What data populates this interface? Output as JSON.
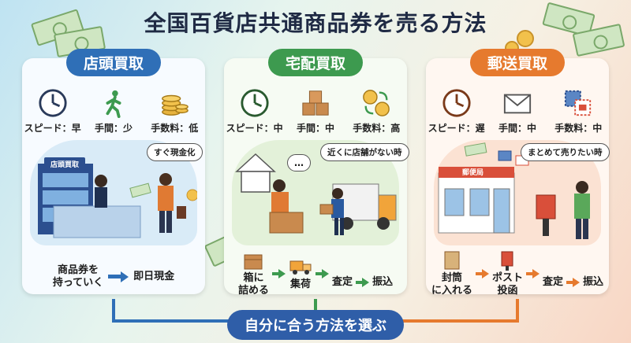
{
  "title": "全国百貨店共通商品券を売る方法",
  "footer": "自分に合う方法を選ぶ",
  "methods": [
    {
      "name": "店頭買取",
      "accent": "#2f6fb7",
      "stats": [
        {
          "icon": "clock-icon",
          "label": "スピード：早"
        },
        {
          "icon": "walking-person-icon",
          "label": "手間：少"
        },
        {
          "icon": "coin-stack-icon",
          "label": "手数料：低"
        }
      ],
      "sign": "店頭買取",
      "bubble": "すぐ現金化",
      "flow": [
        "商品券を\n持っていく",
        "即日現金"
      ]
    },
    {
      "name": "宅配買取",
      "accent": "#3d9a4f",
      "stats": [
        {
          "icon": "clock-icon",
          "label": "スピード：中"
        },
        {
          "icon": "boxes-icon",
          "label": "手間：中"
        },
        {
          "icon": "coin-exchange-icon",
          "label": "手数料：高"
        }
      ],
      "bubble": "近くに店舗がない時",
      "thought": "…",
      "flow": [
        "箱に\n詰める",
        "集荷",
        "査定",
        "振込"
      ]
    },
    {
      "name": "郵送買取",
      "accent": "#e67a2e",
      "stats": [
        {
          "icon": "clock-icon",
          "label": "スピード：遅"
        },
        {
          "icon": "envelope-icon",
          "label": "手間：中"
        },
        {
          "icon": "stamps-icon",
          "label": "手数料：中"
        }
      ],
      "sign": "郵便局",
      "bubble": "まとめて売りたい時",
      "flow": [
        "封筒\nに入れる",
        "ポスト\n投函",
        "査定",
        "振込"
      ]
    }
  ]
}
